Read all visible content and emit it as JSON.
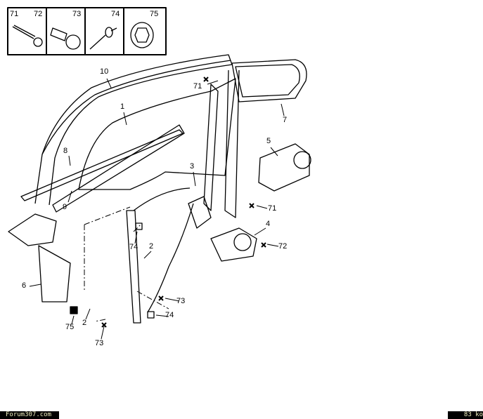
{
  "legend": {
    "boxes": [
      {
        "numbers": [
          "71",
          "72"
        ],
        "part": "screw-icon"
      },
      {
        "numbers": [
          "73"
        ],
        "part": "bolt-icon"
      },
      {
        "numbers": [
          "74"
        ],
        "part": "rivet-icon"
      },
      {
        "numbers": [
          "75"
        ],
        "part": "nut-icon"
      }
    ]
  },
  "callouts": [
    "10",
    "1",
    "8",
    "9",
    "71",
    "7",
    "5",
    "3",
    "71",
    "4",
    "72",
    "74",
    "2",
    "6",
    "75",
    "2",
    "73",
    "74",
    "73"
  ],
  "footer": {
    "site": "Forum307.com",
    "size": "83 ko"
  }
}
